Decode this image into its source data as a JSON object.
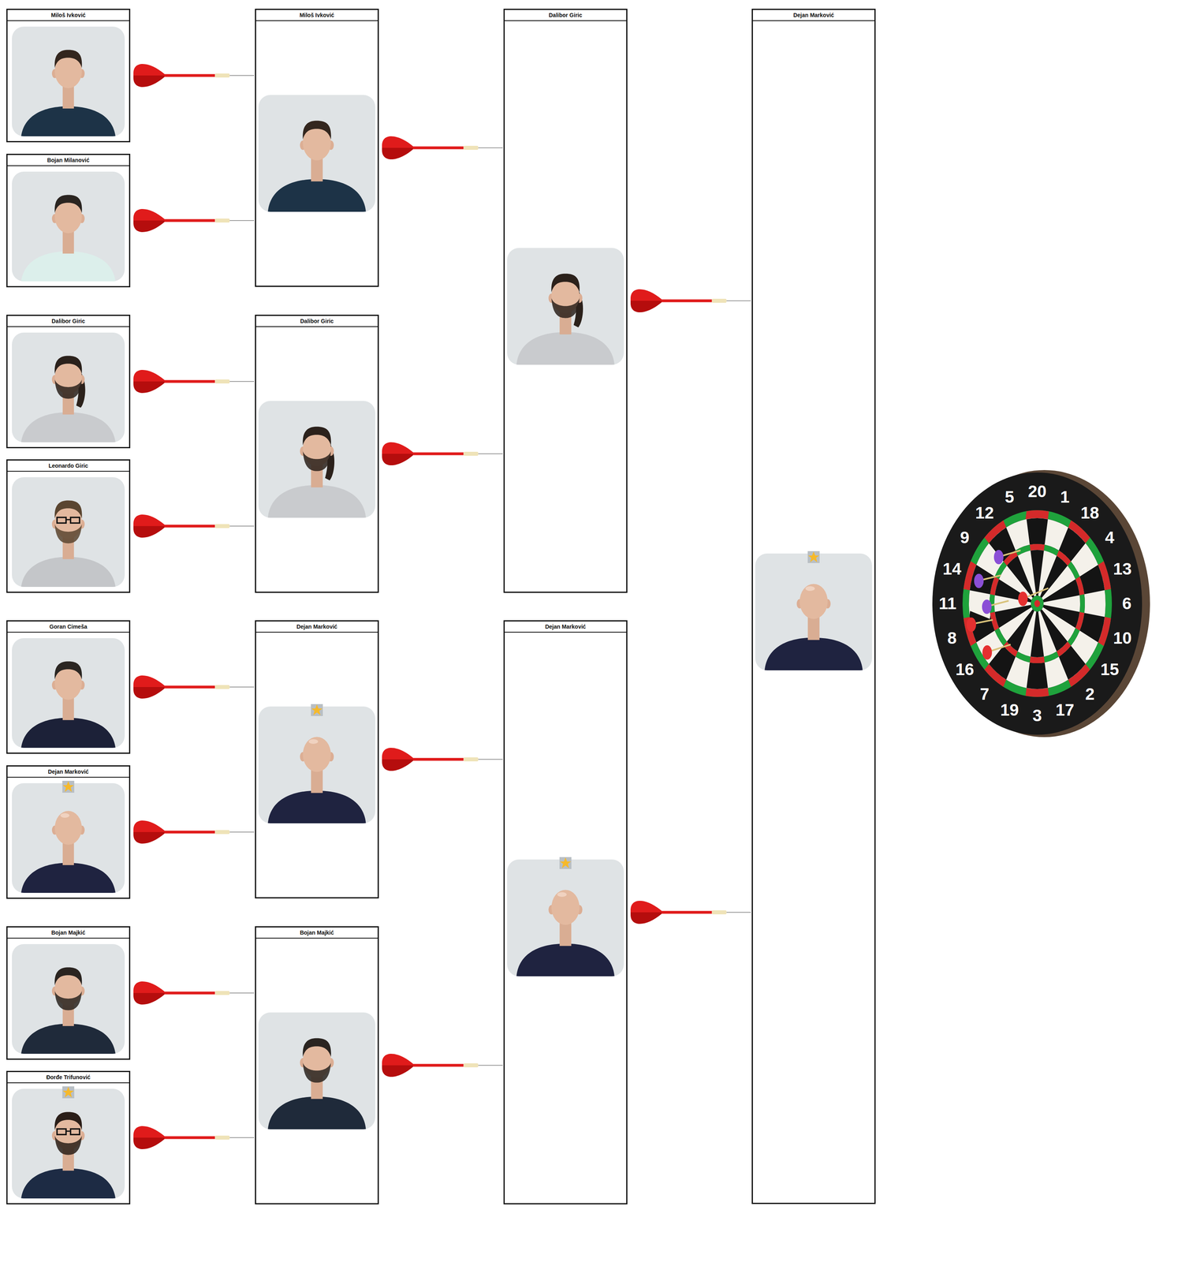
{
  "diagram": {
    "nodes": [
      {
        "text": [
          "Miloš Ivković"
        ]
      },
      {
        "text": [
          "Bojan Milanović"
        ]
      },
      {
        "text": [
          "Dalibor Giric"
        ]
      },
      {
        "text": [
          "Leonardo Giric"
        ]
      },
      {
        "text": [
          "Goran Cimeša"
        ]
      },
      {
        "text": [
          "Dejan Marković"
        ]
      },
      {
        "text": [
          "Bojan Majkić"
        ]
      },
      {
        "text": [
          "Đorđe Trifunović"
        ]
      },
      {
        "text": [
          "Miloš Ivković"
        ]
      },
      {
        "text": [
          "Dalibor Giric"
        ]
      },
      {
        "text": [
          "Dejan Marković"
        ]
      },
      {
        "text": [
          "Bojan Majkić"
        ]
      },
      {
        "text": [
          "Dalibor Giric"
        ]
      },
      {
        "text": [
          "Dejan Marković"
        ]
      },
      {
        "text": [
          "Dejan Marković"
        ]
      }
    ],
    "edges": [
      {
        "from": 0,
        "to": 8,
        "arrow": "to"
      },
      {
        "from": 1,
        "to": 8,
        "arrow": "to"
      },
      {
        "from": 2,
        "to": 9,
        "arrow": "to"
      },
      {
        "from": 3,
        "to": 9,
        "arrow": "to"
      },
      {
        "from": 4,
        "to": 10,
        "arrow": "to"
      },
      {
        "from": 5,
        "to": 10,
        "arrow": "to"
      },
      {
        "from": 6,
        "to": 11,
        "arrow": "to"
      },
      {
        "from": 7,
        "to": 11,
        "arrow": "to"
      },
      {
        "from": 8,
        "to": 12,
        "arrow": "to"
      },
      {
        "from": 9,
        "to": 12,
        "arrow": "to"
      },
      {
        "from": 10,
        "to": 13,
        "arrow": "to"
      },
      {
        "from": 11,
        "to": 13,
        "arrow": "to"
      },
      {
        "from": 12,
        "to": 14,
        "arrow": "to"
      },
      {
        "from": 13,
        "to": 14,
        "arrow": "to"
      }
    ],
    "labels": [
      "20",
      "1",
      "18",
      "4",
      "13",
      "6",
      "10",
      "15",
      "2",
      "17",
      "3",
      "19",
      "7",
      "16",
      "8",
      "11",
      "14",
      "9",
      "12",
      "5"
    ]
  }
}
